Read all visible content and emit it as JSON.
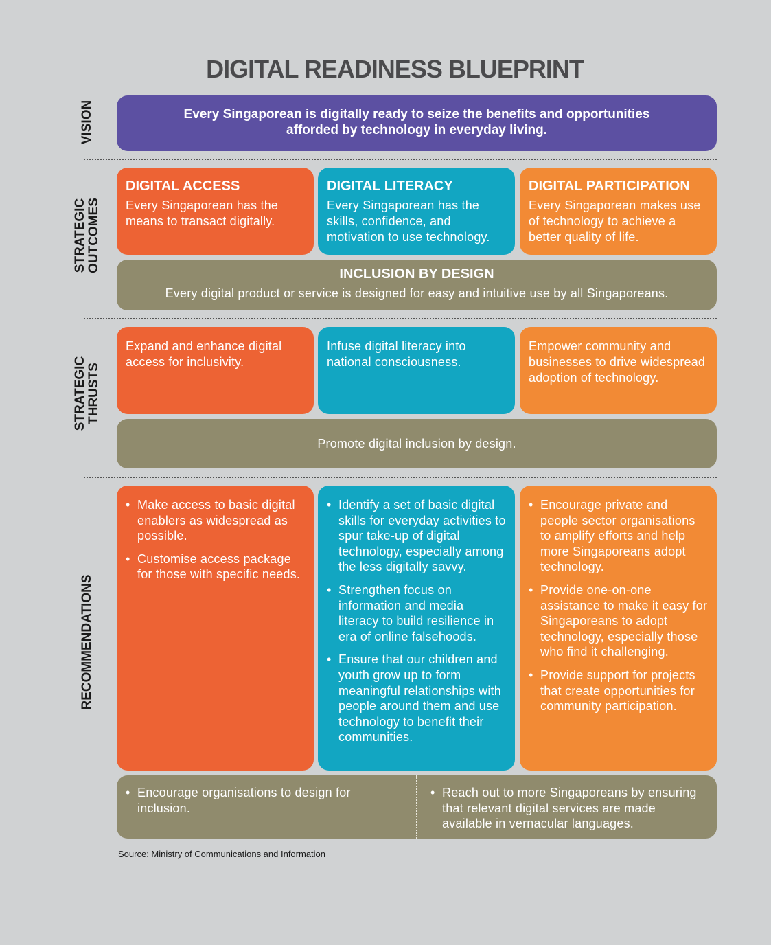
{
  "title": "DIGITAL READINESS BLUEPRINT",
  "side_labels": {
    "vision": "VISION",
    "outcomes_line1": "STRATEGIC",
    "outcomes_line2": "OUTCOMES",
    "thrusts_line1": "STRATEGIC",
    "thrusts_line2": "THRUSTS",
    "recommendations": "RECOMMENDATIONS"
  },
  "vision": {
    "line1": "Every Singaporean is digitally ready to seize the benefits and opportunities",
    "line2": "afforded by technology in everyday living."
  },
  "outcomes": [
    {
      "title": "DIGITAL ACCESS",
      "text": "Every Singaporean has the means to transact digitally."
    },
    {
      "title": "DIGITAL LITERACY",
      "text": "Every Singaporean has the skills, confidence, and motivation to use technology."
    },
    {
      "title": "DIGITAL PARTICIPATION",
      "text": "Every Singaporean makes use of technology to achieve a better quality of life."
    }
  ],
  "inclusion": {
    "title": "INCLUSION BY DESIGN",
    "text": "Every digital product or service is designed for easy and intuitive use by all Singaporeans."
  },
  "thrusts": [
    "Expand and enhance digital access for inclusivity.",
    "Infuse digital literacy into national consciousness.",
    "Empower community and businesses to drive widespread adoption of technology."
  ],
  "thrust_inclusion": "Promote digital inclusion by design.",
  "recommendations": {
    "access": [
      "Make access to basic digital enablers as widespread as possible.",
      "Customise access package for those with specific needs."
    ],
    "literacy": [
      "Identify a set of basic digital skills for everyday activities to spur take-up of digital technology, especially among the less digitally savvy.",
      "Strengthen focus on information and media literacy to build resilience in era of online falsehoods.",
      "Ensure that our children and youth grow up to form meaningful relationships with people around them and use technology to benefit their communities."
    ],
    "participation": [
      "Encourage private and people sector organisations to amplify efforts and help more Singaporeans adopt technology.",
      "Provide one-on-one assistance to make it easy for Singaporeans to adopt technology, especially those who find it challenging.",
      "Provide support for projects that create opportunities for community participation."
    ],
    "inclusion_left": "Encourage organisations to design for inclusion.",
    "inclusion_right": "Reach out to more Singaporeans by ensuring that relevant digital services are made available in vernacular languages."
  },
  "source": "Source: Ministry of Communications and Information",
  "colors": {
    "background": "#d0d2d3",
    "vision": "#5c50a2",
    "access": "#ed6334",
    "literacy": "#12a6c2",
    "participation": "#f28a35",
    "inclusion": "#908b6d"
  }
}
